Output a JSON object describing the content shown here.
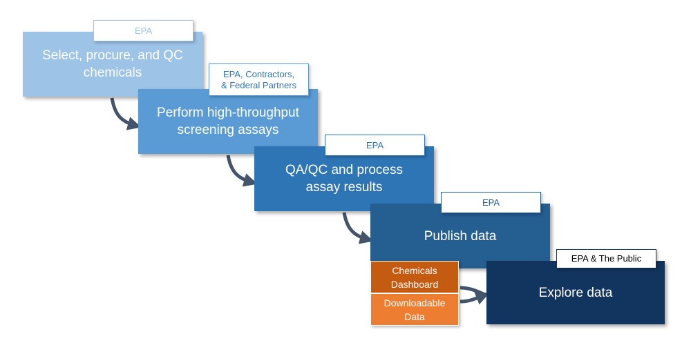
{
  "steps": [
    {
      "label": "Select, procure, and QC\nchemicals",
      "owner": "EPA",
      "color": "#9dc3e6"
    },
    {
      "label": "Perform high-throughput\nscreening assays",
      "owner": "EPA, Contractors,\n& Federal Partners",
      "color": "#5b9bd5"
    },
    {
      "label": "QA/QC and process\nassay results",
      "owner": "EPA",
      "color": "#2e75b6"
    },
    {
      "label": "Publish data",
      "owner": "EPA",
      "color": "#255e91"
    },
    {
      "label": "Explore data",
      "owner": "EPA & The Public",
      "color": "#12355f"
    }
  ],
  "outputs": [
    {
      "label": "Chemicals\nDashboard",
      "color": "#c55a11"
    },
    {
      "label": "Downloadable\nData",
      "color": "#ed7d31"
    }
  ],
  "arrow_color": "#44546a"
}
